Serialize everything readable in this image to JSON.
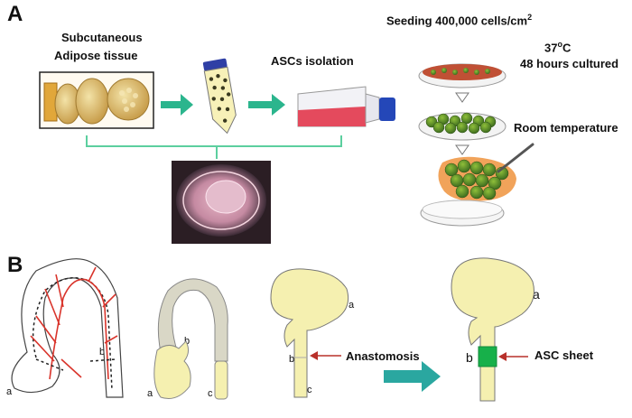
{
  "panel_a": {
    "letter": "A",
    "tissue_label_line1": "Subcutaneous",
    "tissue_label_line2": "Adipose tissue",
    "isolation_label": "ASCs isolation",
    "seeding_label_prefix": "Seeding 400,000 cells/cm",
    "seeding_label_sup": "2",
    "temp_label_value": "37",
    "temp_label_sup": "o",
    "temp_label_unit": "C",
    "cultured_label": "48 hours  cultured",
    "room_temp_label": "Room temperature"
  },
  "panel_b": {
    "letter": "B",
    "anastomosis_label": "Anastomosis",
    "asc_sheet_label": "ASC sheet",
    "part_labels": {
      "a": "a",
      "b": "b",
      "c": "c"
    }
  },
  "colors": {
    "arrow_green": "#2bb58d",
    "bracket_green": "#5ccf9f",
    "organ_yellow": "#f5f0b0",
    "vessel_red": "#d9342b",
    "asc_sheet_green": "#17b04a",
    "indicator_red": "#b8302a",
    "big_arrow_teal": "#2aa7a0"
  }
}
